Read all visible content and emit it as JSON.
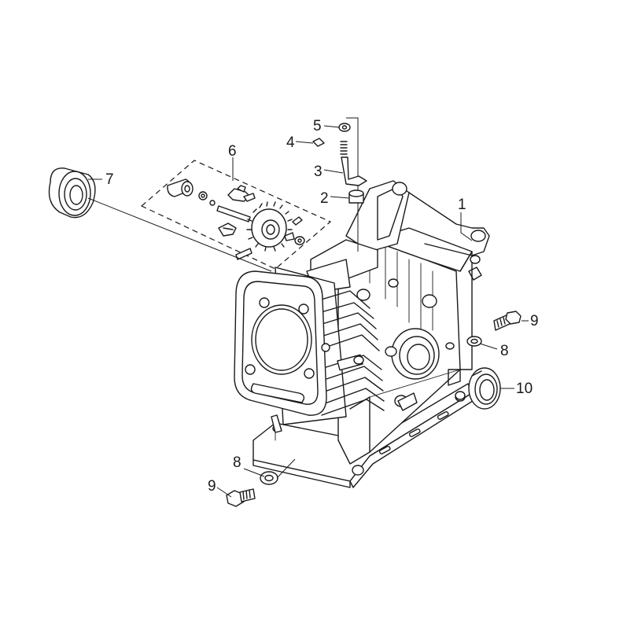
{
  "callouts": {
    "c1": "1",
    "c2": "2",
    "c3": "3",
    "c4": "4",
    "c5": "5",
    "c6": "6",
    "c7": "7",
    "c8a": "8",
    "c8b": "8",
    "c9a": "9",
    "c9b": "9",
    "c10": "10"
  }
}
